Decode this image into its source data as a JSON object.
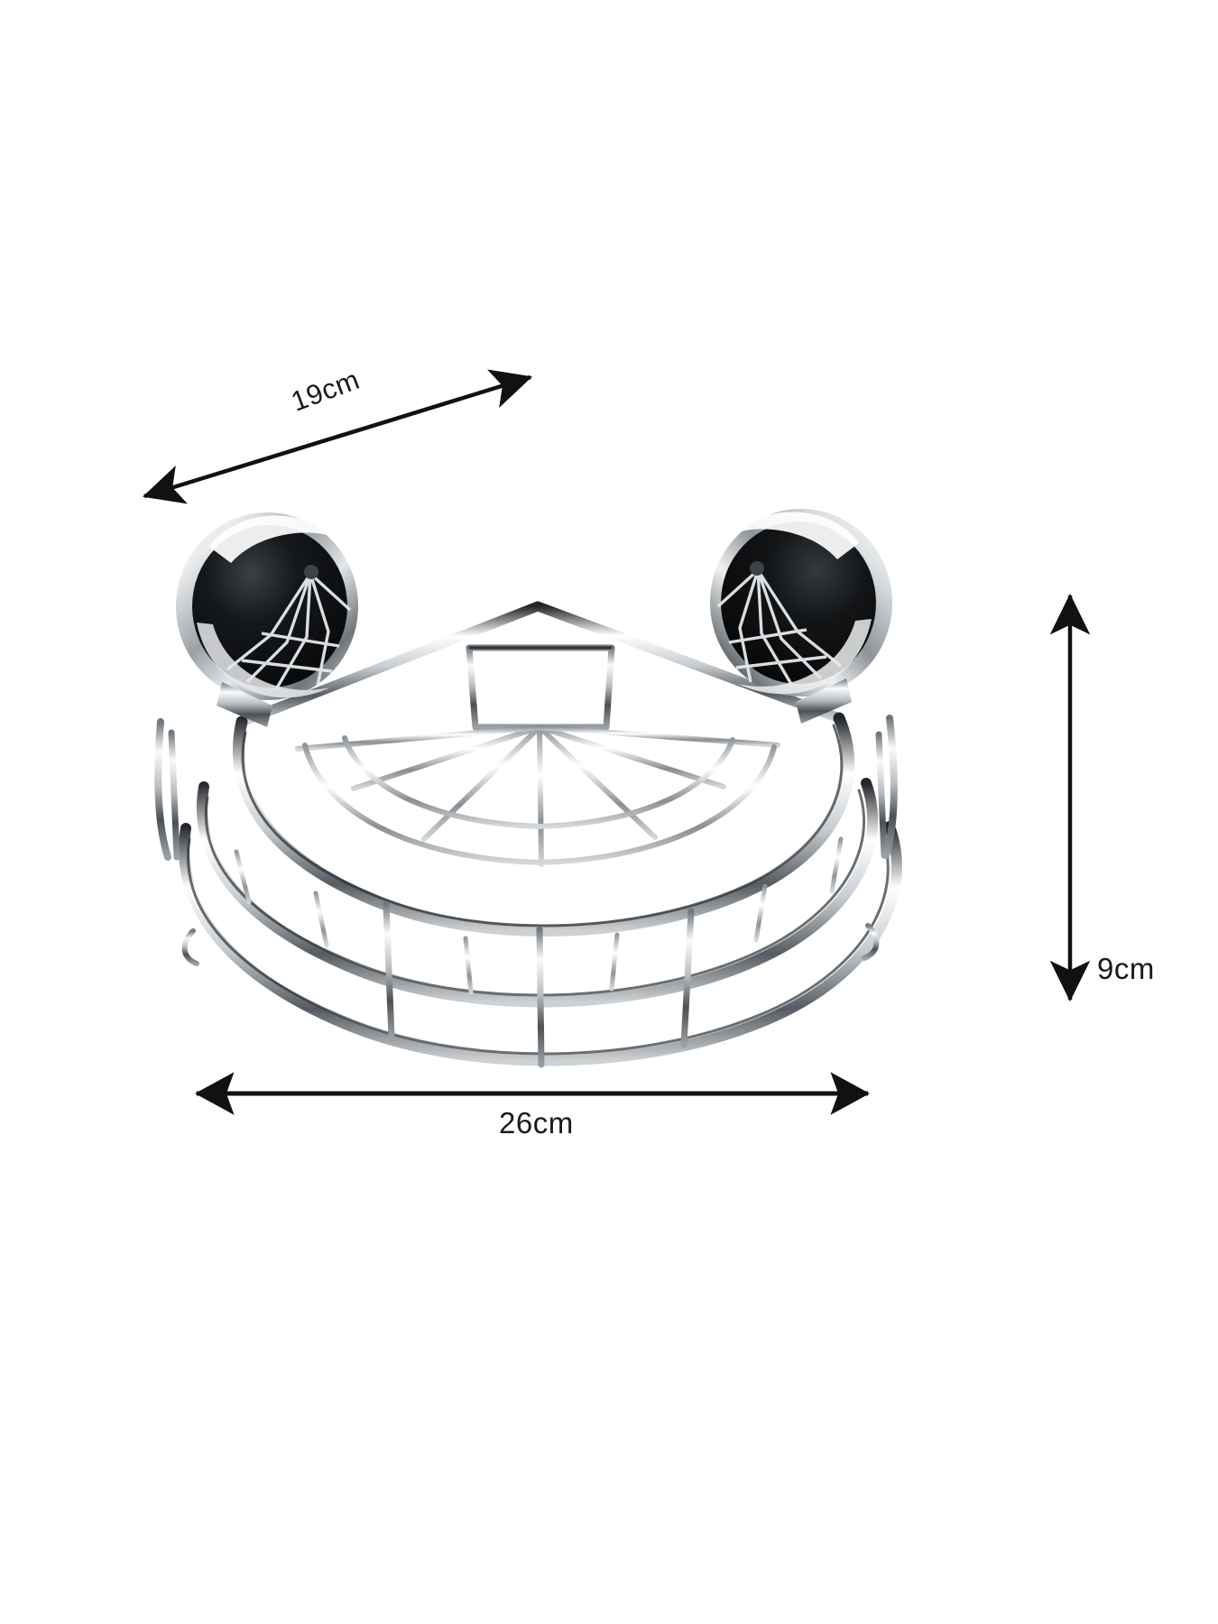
{
  "page": {
    "background_color": "#ffffff",
    "title": "Corner shower caddy dimension diagram",
    "product_name": "chrome-wire-corner-shower-caddy-with-suction-cups"
  },
  "dimensions": {
    "depth": {
      "label": "19cm",
      "value": 19,
      "unit": "cm",
      "axis": "diagonal-depth",
      "arrow_style": "double-headed",
      "rotation_deg": -20.5
    },
    "height": {
      "label": "9cm",
      "value": 9,
      "unit": "cm",
      "axis": "vertical-height",
      "arrow_style": "double-headed",
      "rotation_deg": 0
    },
    "width": {
      "label": "26cm",
      "value": 26,
      "unit": "cm",
      "axis": "horizontal-width",
      "arrow_style": "double-headed",
      "rotation_deg": 0
    }
  },
  "colors": {
    "line": "#111111",
    "text": "#1a1a1a",
    "chrome_light": "#fdfdfd",
    "chrome_mid": "#bfc3c7",
    "chrome_dark": "#2b2e31",
    "chrome_shadow": "#6e7478",
    "cup_black": "#07090b"
  },
  "product": {
    "parts": [
      {
        "name": "left-suction-cup",
        "shape": "disc"
      },
      {
        "name": "right-suction-cup",
        "shape": "disc"
      },
      {
        "name": "basket-top-rail",
        "shape": "quarter-arc"
      },
      {
        "name": "basket-lower-rail",
        "shape": "quarter-arc"
      },
      {
        "name": "basket-floor-grid",
        "shape": "radial-wire-fan"
      },
      {
        "name": "corner-back-bracket",
        "shape": "trapezoid"
      },
      {
        "name": "vertical-strut",
        "shape": "wire"
      }
    ]
  }
}
